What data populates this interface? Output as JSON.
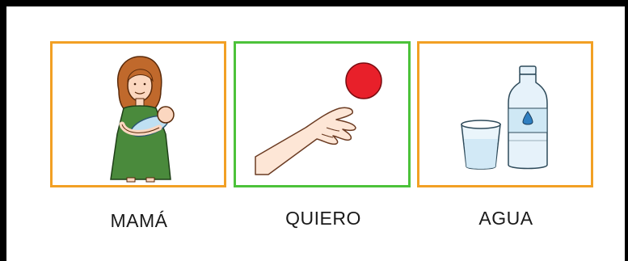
{
  "pictograms": [
    {
      "label": "MAMÁ",
      "icon": "mother-holding-baby-icon",
      "border_color": "#f2a024"
    },
    {
      "label": "QUIERO",
      "icon": "hand-reaching-ball-icon",
      "border_color": "#4cc23a"
    },
    {
      "label": "AGUA",
      "icon": "water-bottle-and-glass-icon",
      "border_color": "#f2a024"
    }
  ],
  "colors": {
    "frame": "#000000",
    "ball": "#e8202a",
    "dress": "#4a8a3c",
    "hair": "#c0692c",
    "water": "#cfe8f5"
  }
}
